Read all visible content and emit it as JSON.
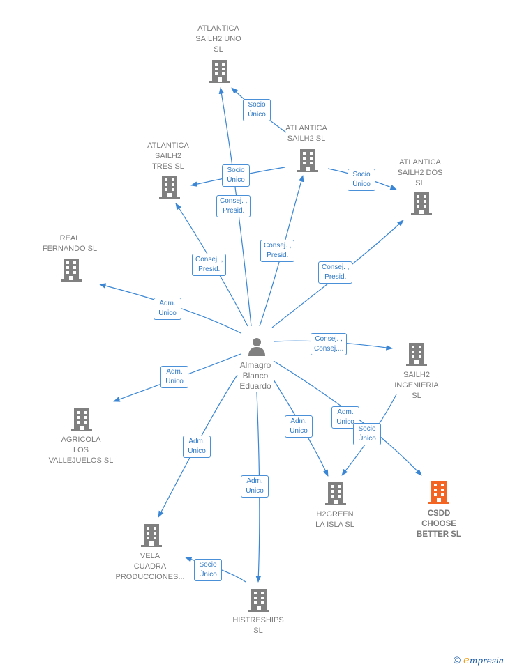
{
  "nodes": {
    "atl_uno": {
      "label": "ATLANTICA\nSAILH2 UNO\nSL"
    },
    "atl_sailh2": {
      "label": "ATLANTICA\nSAILH2  SL"
    },
    "atl_tres": {
      "label": "ATLANTICA\nSAILH2\nTRES  SL"
    },
    "atl_dos": {
      "label": "ATLANTICA\nSAILH2 DOS\nSL"
    },
    "real_fernando": {
      "label": "REAL\nFERNANDO  SL"
    },
    "person": {
      "label": "Almagro\nBlanco\nEduardo"
    },
    "sailh2_ing": {
      "label": "SAILH2\nINGENIERIA\nSL"
    },
    "agricola": {
      "label": "AGRICOLA\nLOS\nVALLEJUELOS SL"
    },
    "h2green": {
      "label": "H2GREEN\nLA ISLA  SL"
    },
    "csdd": {
      "label": "CSDD\nCHOOSE\nBETTER  SL"
    },
    "vela": {
      "label": "VELA\nCUADRA\nPRODUCCIONES..."
    },
    "histreships": {
      "label": "HISTRESHIPS\nSL"
    }
  },
  "edges": {
    "socio_uno": "Socio\nÚnico",
    "socio_tres": "Socio\nÚnico",
    "socio_dos": "Socio\nÚnico",
    "consej_uno": "Consej. ,\nPresid.",
    "consej_sailh2": "Consej. ,\nPresid.",
    "consej_tres": "Consej. ,\nPresid.",
    "consej_dos": "Consej. ,\nPresid.",
    "adm_real": "Adm.\nUnico",
    "consej_ing": "Consej. ,\nConsej....",
    "adm_agricola": "Adm.\nUnico",
    "adm_vela": "Adm.\nUnico",
    "adm_hist": "Adm.\nUnico",
    "adm_h2green": "Adm.\nUnico",
    "adm_csdd": "Adm.\nUnico",
    "socio_h2green": "Socio\nÚnico",
    "socio_vela": "Socio\nÚnico"
  },
  "colors": {
    "edge": "#3a86d4",
    "building": "#808080",
    "highlight": "#f26522"
  },
  "footer": {
    "copyright": "©",
    "brand_initial": "e",
    "brand_rest": "mpresia"
  }
}
